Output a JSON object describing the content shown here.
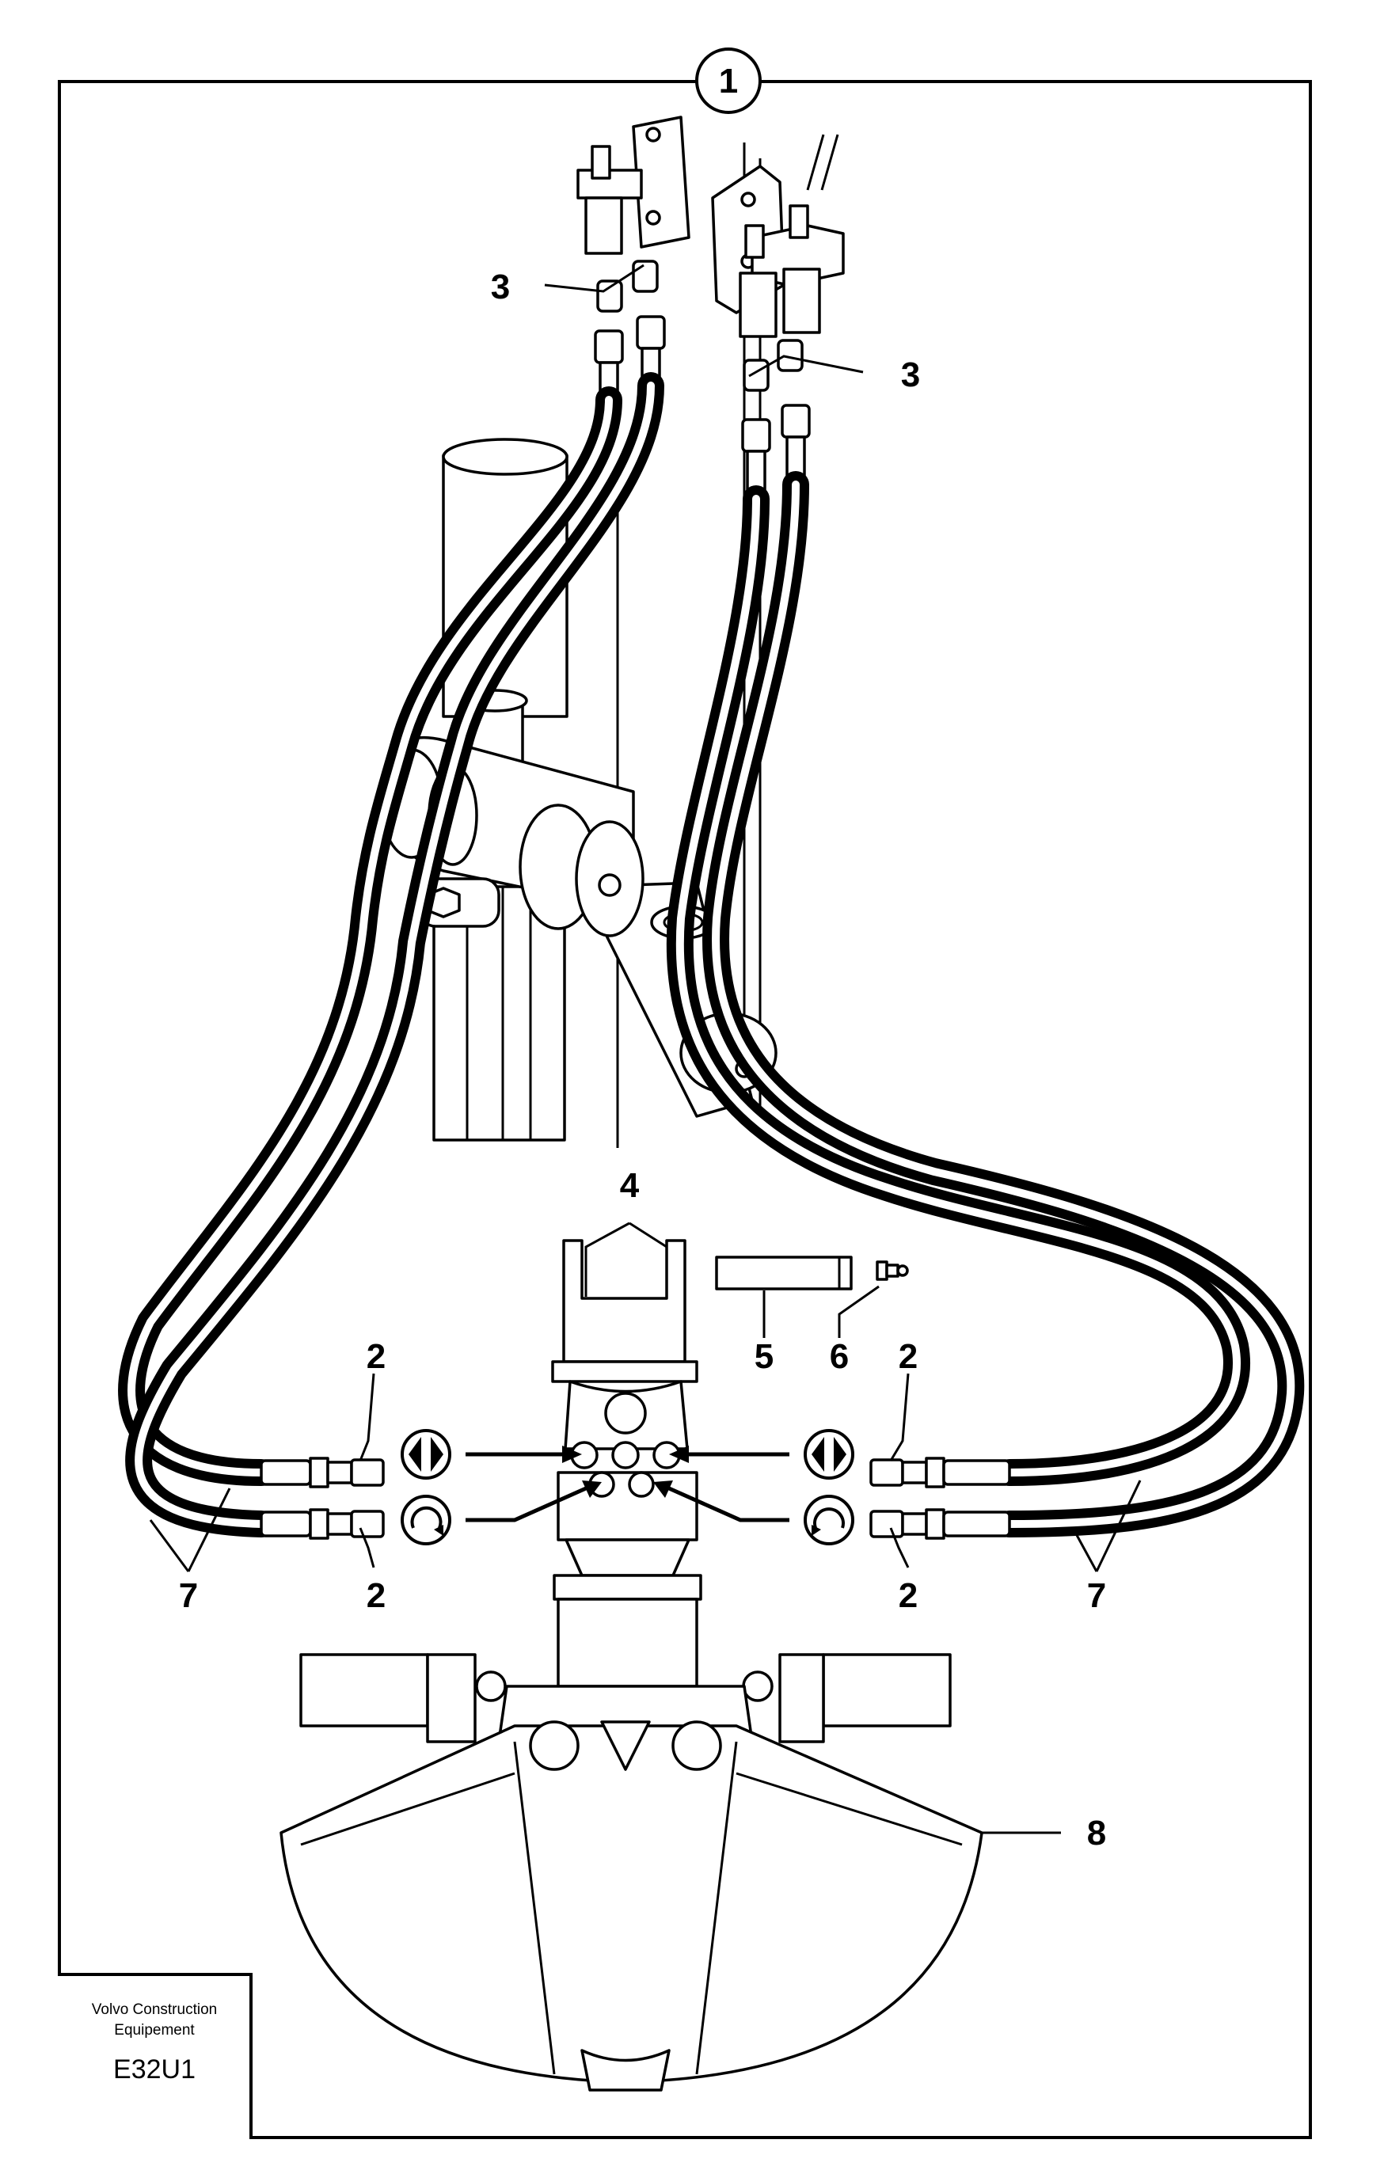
{
  "figure": {
    "title_callout": "1",
    "footer": {
      "brand_line1": "Volvo Construction",
      "brand_line2": "Equipement",
      "code": "E32U1"
    }
  },
  "callouts": {
    "c3_left": "3",
    "c3_right": "3",
    "c4": "4",
    "c5": "5",
    "c6": "6",
    "c2_top_left": "2",
    "c2_top_right": "2",
    "c2_bottom_left": "2",
    "c2_bottom_right": "2",
    "c7_left": "7",
    "c7_right": "7",
    "c8": "8"
  },
  "icons": [
    "open-close-symbol-icon",
    "rotate-symbol-icon"
  ]
}
